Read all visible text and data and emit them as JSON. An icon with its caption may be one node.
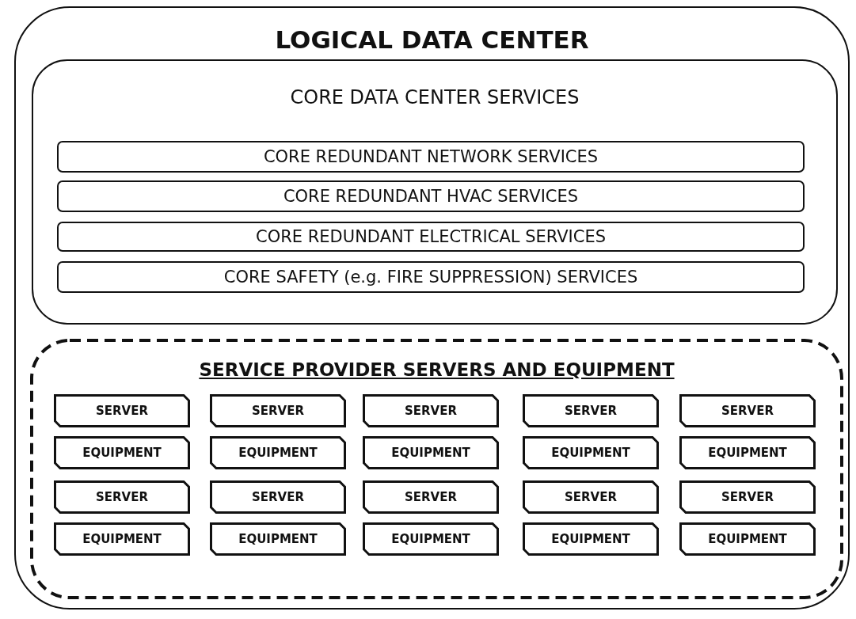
{
  "diagram": {
    "nodes": [
      {
        "text": [
          "LOGICAL DATA CENTER"
        ]
      },
      {
        "text": [
          "CORE DATA CENTER SERVICES"
        ],
        "in": 0
      },
      {
        "text": [
          "CORE REDUNDANT  NETWORK SERVICES"
        ],
        "in": 1
      },
      {
        "text": [
          "CORE REDUNDANT HVAC SERVICES"
        ],
        "in": 1
      },
      {
        "text": [
          "CORE REDUNDANT ELECTRICAL SERVICES"
        ],
        "in": 1
      },
      {
        "text": [
          "CORE SAFETY (e.g. FIRE SUPPRESSION) SERVICES"
        ],
        "in": 1
      },
      {
        "text": [
          "SERVICE PROVIDER SERVERS AND EQUIPMENT"
        ],
        "in": 0
      },
      {
        "text": [
          "SERVER"
        ],
        "in": 6
      },
      {
        "text": [
          "SERVER"
        ],
        "in": 6
      },
      {
        "text": [
          "SERVER"
        ],
        "in": 6
      },
      {
        "text": [
          "SERVER"
        ],
        "in": 6
      },
      {
        "text": [
          "SERVER"
        ],
        "in": 6
      },
      {
        "text": [
          "EQUIPMENT"
        ],
        "in": 6
      },
      {
        "text": [
          "EQUIPMENT"
        ],
        "in": 6
      },
      {
        "text": [
          "EQUIPMENT"
        ],
        "in": 6
      },
      {
        "text": [
          "EQUIPMENT"
        ],
        "in": 6
      },
      {
        "text": [
          "EQUIPMENT"
        ],
        "in": 6
      },
      {
        "text": [
          "SERVER"
        ],
        "in": 6
      },
      {
        "text": [
          "SERVER"
        ],
        "in": 6
      },
      {
        "text": [
          "SERVER"
        ],
        "in": 6
      },
      {
        "text": [
          "SERVER"
        ],
        "in": 6
      },
      {
        "text": [
          "SERVER"
        ],
        "in": 6
      },
      {
        "text": [
          "EQUIPMENT"
        ],
        "in": 6
      },
      {
        "text": [
          "EQUIPMENT"
        ],
        "in": 6
      },
      {
        "text": [
          "EQUIPMENT"
        ],
        "in": 6
      },
      {
        "text": [
          "EQUIPMENT"
        ],
        "in": 6
      },
      {
        "text": [
          "EQUIPMENT"
        ],
        "in": 6
      }
    ]
  }
}
